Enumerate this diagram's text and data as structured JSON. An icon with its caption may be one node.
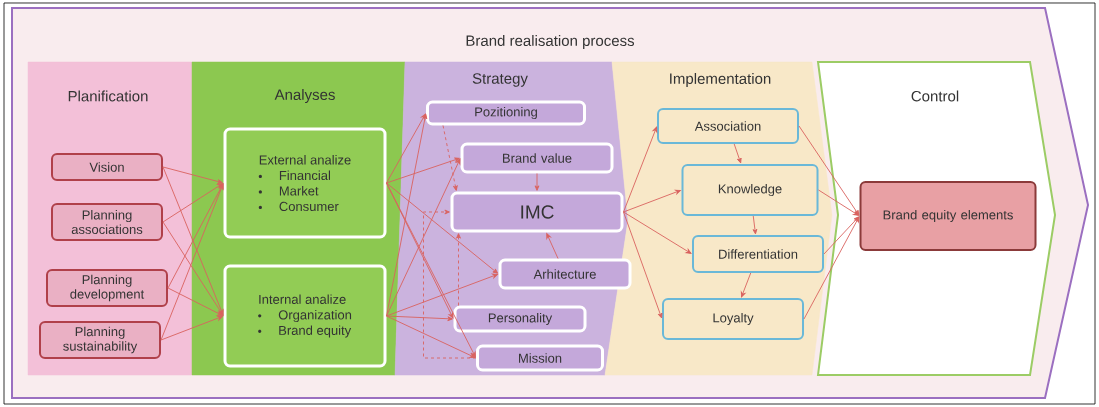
{
  "diagram": {
    "nodes": [
      {
        "text": [
          "Brand realisation process"
        ]
      },
      {
        "text": [
          "Planification"
        ],
        "in": 0
      },
      {
        "text": [
          "Analyses"
        ],
        "in": 0
      },
      {
        "text": [
          "Strategy"
        ],
        "in": 0
      },
      {
        "text": [
          "Implementation"
        ],
        "in": 0
      },
      {
        "text": [
          "Control"
        ],
        "in": 0
      },
      {
        "text": [
          "Vision"
        ],
        "in": 1
      },
      {
        "text": [
          "Planning associations"
        ],
        "in": 1
      },
      {
        "text": [
          "Planning development"
        ],
        "in": 1
      },
      {
        "text": [
          "Planning sustainability"
        ],
        "in": 1
      },
      {
        "text": [
          "External analize",
          "Financial",
          "Market",
          "Consumer"
        ],
        "in": 2
      },
      {
        "text": [
          "Internal analize",
          "Organization",
          "Brand equity"
        ],
        "in": 2
      },
      {
        "text": [
          "Pozitioning"
        ],
        "in": 3
      },
      {
        "text": [
          "Brand value"
        ],
        "in": 3
      },
      {
        "text": [
          "IMC"
        ],
        "in": 3
      },
      {
        "text": [
          "Arhitecture"
        ],
        "in": 3
      },
      {
        "text": [
          "Personality"
        ],
        "in": 3
      },
      {
        "text": [
          "Mission"
        ],
        "in": 3
      },
      {
        "text": [
          "Association"
        ],
        "in": 4
      },
      {
        "text": [
          "Knowledge"
        ],
        "in": 4
      },
      {
        "text": [
          "Differentiation"
        ],
        "in": 4
      },
      {
        "text": [
          "Loyalty"
        ],
        "in": 4
      },
      {
        "text": [
          "Brand equity elements"
        ],
        "in": 5
      }
    ],
    "edges": [
      {
        "from": 6,
        "to": 10,
        "arrow": "to"
      },
      {
        "from": 6,
        "to": 11,
        "arrow": "to"
      },
      {
        "from": 7,
        "to": 10,
        "arrow": "to"
      },
      {
        "from": 7,
        "to": 11,
        "arrow": "to"
      },
      {
        "from": 8,
        "to": 10,
        "arrow": "to"
      },
      {
        "from": 8,
        "to": 11,
        "arrow": "to"
      },
      {
        "from": 9,
        "to": 10,
        "arrow": "to"
      },
      {
        "from": 9,
        "to": 11,
        "arrow": "to"
      },
      {
        "from": 10,
        "to": 12,
        "arrow": "to"
      },
      {
        "from": 10,
        "to": 13,
        "arrow": "to"
      },
      {
        "from": 10,
        "to": 15,
        "arrow": "to"
      },
      {
        "from": 10,
        "to": 16,
        "arrow": "to"
      },
      {
        "from": 10,
        "to": 17,
        "arrow": "to"
      },
      {
        "from": 11,
        "to": 12,
        "arrow": "to"
      },
      {
        "from": 11,
        "to": 13,
        "arrow": "to"
      },
      {
        "from": 11,
        "to": 15,
        "arrow": "to"
      },
      {
        "from": 11,
        "to": 16,
        "arrow": "to"
      },
      {
        "from": 11,
        "to": 17,
        "arrow": "to"
      },
      {
        "from": 12,
        "to": 14,
        "arrow": "to",
        "style": "dashed"
      },
      {
        "from": 13,
        "to": 14,
        "arrow": "to"
      },
      {
        "from": 15,
        "to": 14,
        "arrow": "to"
      },
      {
        "from": 16,
        "to": 14,
        "arrow": "to",
        "style": "dashed"
      },
      {
        "from": 17,
        "to": 14,
        "arrow": "to",
        "style": "dashed"
      },
      {
        "from": 14,
        "to": 18,
        "arrow": "to"
      },
      {
        "from": 14,
        "to": 19,
        "arrow": "to"
      },
      {
        "from": 14,
        "to": 20,
        "arrow": "to"
      },
      {
        "from": 14,
        "to": 21,
        "arrow": "to"
      },
      {
        "from": 18,
        "to": 19,
        "arrow": "to"
      },
      {
        "from": 19,
        "to": 20,
        "arrow": "to"
      },
      {
        "from": 20,
        "to": 21,
        "arrow": "to"
      },
      {
        "from": 18,
        "to": 22,
        "arrow": "to"
      },
      {
        "from": 19,
        "to": 22,
        "arrow": "to"
      },
      {
        "from": 20,
        "to": 22,
        "arrow": "to"
      },
      {
        "from": 21,
        "to": 22,
        "arrow": "to"
      }
    ]
  }
}
